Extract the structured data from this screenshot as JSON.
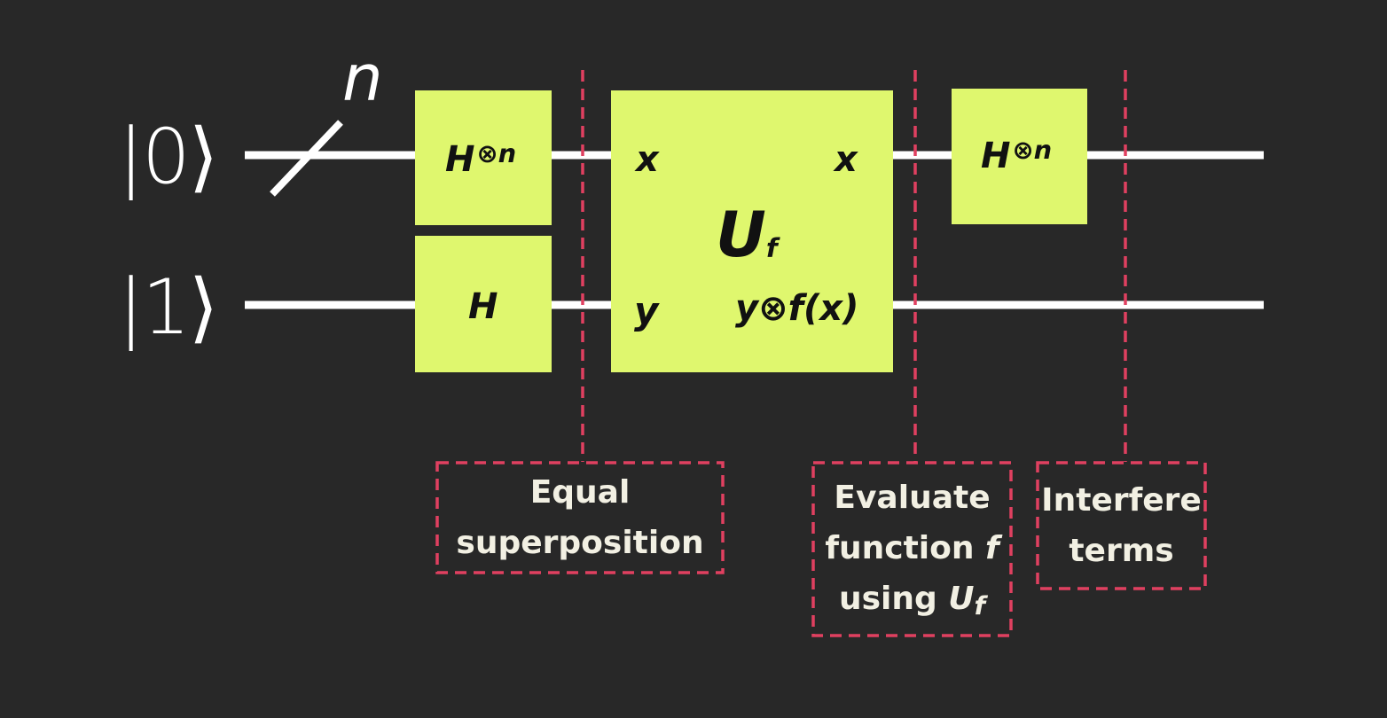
{
  "colors": {
    "background": "#282828",
    "wire": "#ffffff",
    "gate_fill": "#dff76e",
    "gate_text": "#111111",
    "barrier": "#e04060",
    "annotation_text": "#f2f0e3"
  },
  "inputs": {
    "top_ket": "|0⟩",
    "bottom_ket": "|1⟩",
    "register_size": "n"
  },
  "gates": {
    "hadamard_n_first": {
      "base": "H",
      "sup": "⊗n"
    },
    "hadamard_single": {
      "base": "H"
    },
    "oracle": {
      "name_base": "U",
      "name_sub": "f",
      "in_top": "x",
      "in_bottom": "y",
      "out_top": "x",
      "out_bottom": "y⊗f(x)"
    },
    "hadamard_n_second": {
      "base": "H",
      "sup": "⊗n"
    }
  },
  "annotations": {
    "equal": {
      "line1": "Equal",
      "line2": "superposition"
    },
    "evaluate": {
      "line1": "Evaluate",
      "line2_text": "function ",
      "line2_var": "f",
      "line3_text": "using ",
      "line3_base": "U",
      "line3_sub": "f"
    },
    "interfere": {
      "line1": "Interfere",
      "line2": "terms"
    }
  }
}
